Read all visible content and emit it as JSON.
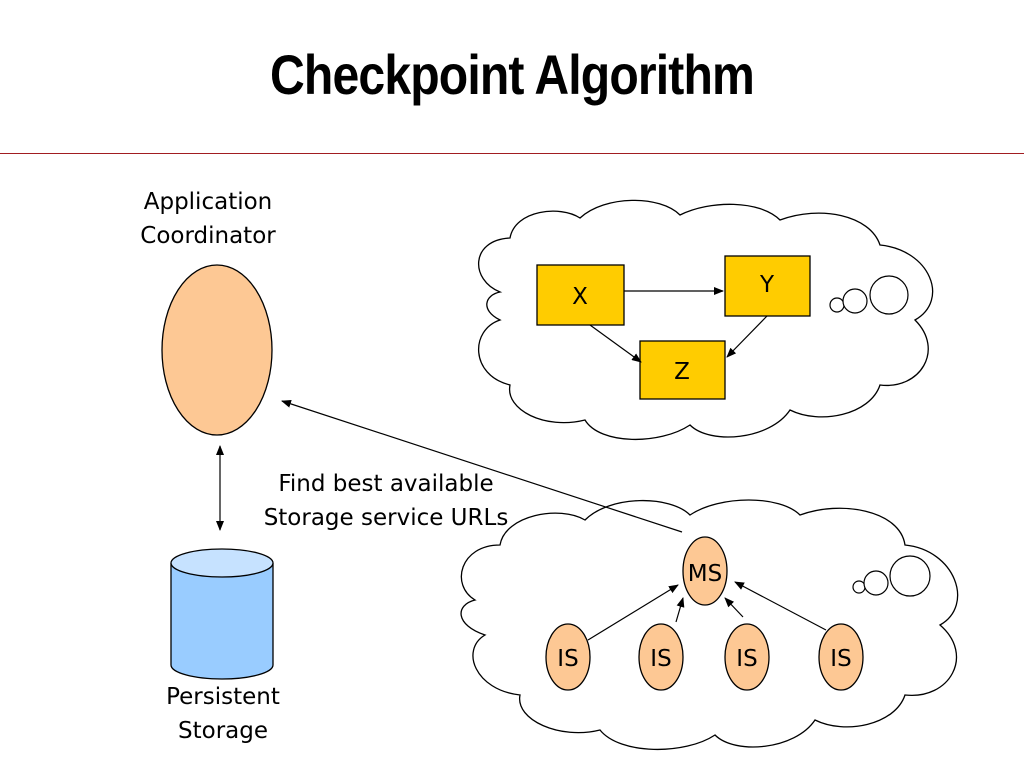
{
  "title": "Checkpoint Algorithm",
  "coordinator": {
    "label_line1": "Application",
    "label_line2": "Coordinator"
  },
  "storage": {
    "label_line1": "Persistent",
    "label_line2": "Storage"
  },
  "annotation": {
    "line1": "Find best available",
    "line2": "Storage service URLs"
  },
  "app_cloud": {
    "nodes": [
      "X",
      "Y",
      "Z"
    ]
  },
  "service_cloud": {
    "master": "MS",
    "services": [
      "IS",
      "IS",
      "IS",
      "IS"
    ]
  },
  "colors": {
    "title_rule": "#a11d21",
    "coordinator_fill": "#fdc894",
    "storage_fill": "#99ccff",
    "storage_top": "#c6e2ff",
    "node_fill": "#ffcc00",
    "service_fill": "#fdc894",
    "cloud_fill": "#ffffff"
  }
}
